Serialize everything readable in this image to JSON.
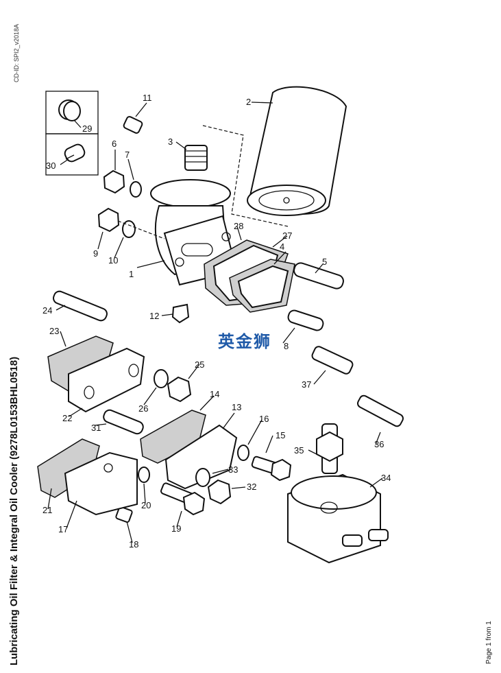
{
  "doc": {
    "cd_id": "CD-ID: SPI2_v2018A",
    "title": "Lubricating Oil Filter & Integral Oil Cooler (9278L0153BHL0518)",
    "page": "Page 1 from 1",
    "watermark": "英金狮"
  },
  "callouts": [
    "1",
    "2",
    "3",
    "4",
    "5",
    "6",
    "7",
    "8",
    "9",
    "10",
    "11",
    "12",
    "13",
    "14",
    "15",
    "16",
    "17",
    "18",
    "19",
    "20",
    "21",
    "22",
    "23",
    "24",
    "25",
    "26",
    "27",
    "28",
    "29",
    "30",
    "31",
    "32",
    "33",
    "34",
    "35",
    "36",
    "37"
  ]
}
